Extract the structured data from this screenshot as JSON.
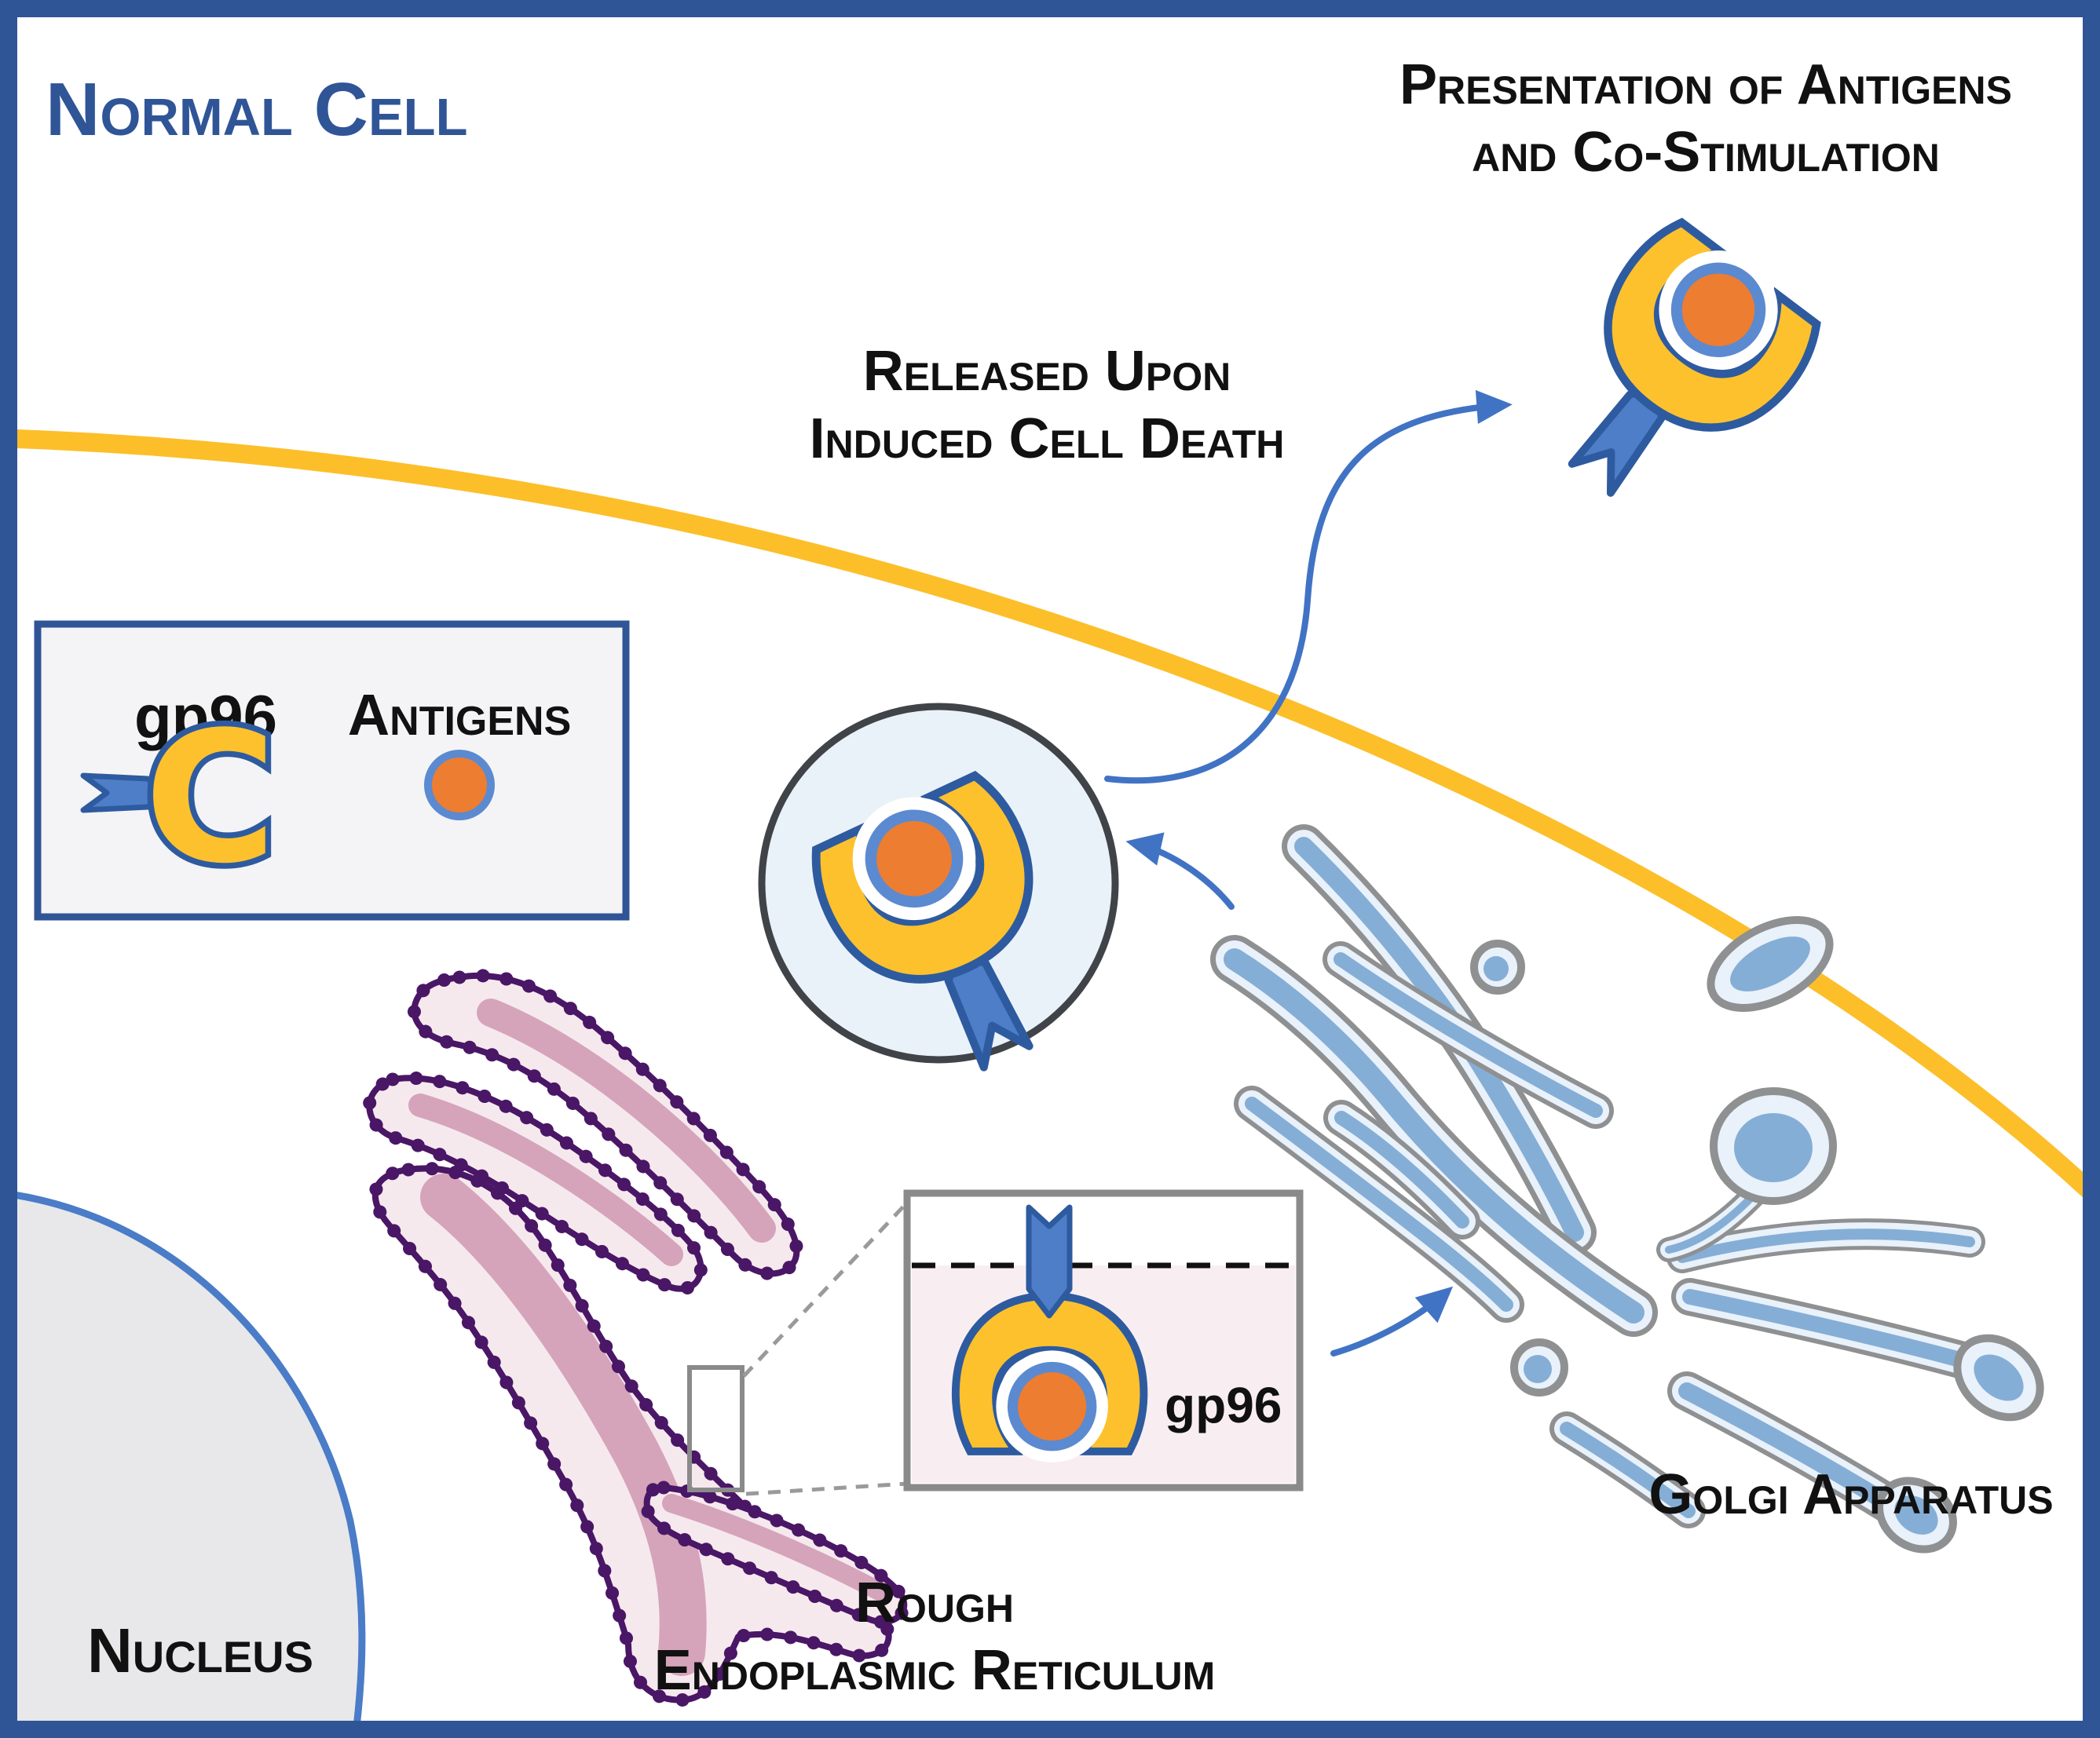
{
  "title": "Normal Cell",
  "labels": {
    "presentation_line1": "Presentation of Antigens",
    "presentation_line2": "and Co-Stimulation",
    "released_line1": "Released Upon",
    "released_line2": "Induced Cell Death",
    "nucleus": "Nucleus",
    "golgi": "Golgi Apparatus",
    "rer_line1": "Rough",
    "rer_line2": "Endoplasmic Reticulum"
  },
  "legend": {
    "gp96_label": "gp96",
    "antigens_label": "Antigens"
  },
  "inset": {
    "gp96_label": "gp96"
  },
  "colors": {
    "frame_blue": "#2F5597",
    "title_blue": "#2F5597",
    "membrane_yellow": "#FCBF2A",
    "gp96_yellow": "#FDC12E",
    "gp96_outline_blue": "#2E5B9F",
    "antigen_orange": "#ED7D31",
    "antigen_ring_blue": "#5B8AD0",
    "arrow_blue": "#4173C4",
    "er_outline_purple": "#4A1666",
    "er_fill_pink": "#F6E9EE",
    "er_core_mauve": "#D5A4BA",
    "golgi_outline_gray": "#8F9091",
    "golgi_blue": "#85AED6",
    "vesicle_fill": "#EAF2F9",
    "nucleus_gray": "#E8E8EA"
  }
}
